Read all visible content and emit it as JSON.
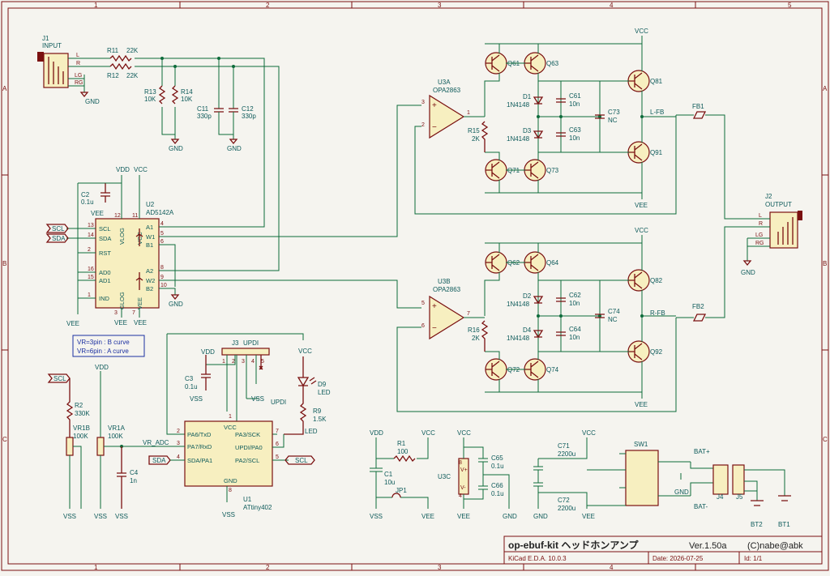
{
  "frame": {
    "cols": [
      "1",
      "2",
      "3",
      "4",
      "5"
    ],
    "rows": [
      "A",
      "B",
      "C"
    ]
  },
  "title_block": {
    "title": "op-ebuf-kit ヘッドホンアンプ",
    "version": "Ver.1.50a",
    "copyright": "(C)nabe@abk",
    "tool": "KiCad E.D.A. 10.0.3",
    "date": "Date: 2026-07-25",
    "id": "Id: 1/1"
  },
  "note": {
    "line1": "VR=3pin : B curve",
    "line2": "VR=6pin : A curve"
  },
  "nets": {
    "scl": "SCL",
    "sda": "SDA",
    "vr_adc": "VR_ADC",
    "updi": "UPDI",
    "led": "LED",
    "lfb": "L-FB",
    "rfb": "R-FB",
    "bat_p": "BAT+",
    "bat_m": "BAT-"
  },
  "power": {
    "vcc": "VCC",
    "vee": "VEE",
    "vdd": "VDD",
    "vss": "VSS",
    "gnd": "GND"
  },
  "components": {
    "j1": {
      "ref": "J1",
      "val": "INPUT",
      "pins": [
        "L",
        "R",
        "LG",
        "RG"
      ]
    },
    "j2": {
      "ref": "J2",
      "val": "OUTPUT",
      "pins": [
        "L",
        "R",
        "LG",
        "RG"
      ]
    },
    "j3": {
      "ref": "J3",
      "val": "UPDI"
    },
    "j4": {
      "ref": "J4"
    },
    "j5": {
      "ref": "J5"
    },
    "jp1": {
      "ref": "JP1"
    },
    "r11": {
      "ref": "R11",
      "val": "22K"
    },
    "r12": {
      "ref": "R12",
      "val": "22K"
    },
    "r13": {
      "ref": "R13",
      "val": "10K"
    },
    "r14": {
      "ref": "R14",
      "val": "10K"
    },
    "c11": {
      "ref": "C11",
      "val": "330p"
    },
    "c12": {
      "ref": "C12",
      "val": "330p"
    },
    "c2": {
      "ref": "C2",
      "val": "0.1u"
    },
    "u2": {
      "ref": "U2",
      "val": "AD5142A",
      "left_pins": [
        {
          "num": "13",
          "name": "SCL"
        },
        {
          "num": "14",
          "name": "SDA"
        },
        {
          "num": "2",
          "name": "RST"
        },
        {
          "num": "16",
          "name": "AD0"
        },
        {
          "num": "15",
          "name": "AD1"
        },
        {
          "num": "1",
          "name": "IND"
        }
      ],
      "right_pins": [
        {
          "num": "4",
          "name": "A1"
        },
        {
          "num": "5",
          "name": "W1"
        },
        {
          "num": "6",
          "name": "B1"
        },
        {
          "num": "8",
          "name": "A2"
        },
        {
          "num": "9",
          "name": "W2"
        },
        {
          "num": "10",
          "name": "B2"
        }
      ],
      "top_pins": [
        {
          "num": "12",
          "name": "VLOG"
        },
        {
          "num": "11",
          "name": "VCC"
        }
      ],
      "bot_pins": [
        {
          "num": "3",
          "name": "GLOG"
        },
        {
          "num": "7",
          "name": "VEE"
        }
      ]
    },
    "u3a": {
      "ref": "U3A",
      "val": "OPA2863",
      "in_p": "3",
      "in_m": "2",
      "out": "1"
    },
    "u3b": {
      "ref": "U3B",
      "val": "OPA2863",
      "in_p": "5",
      "in_m": "6",
      "out": "7"
    },
    "u3c": {
      "ref": "U3C",
      "vp": "8",
      "vm": "4",
      "vpl": "V+",
      "vml": "V-"
    },
    "q61": {
      "ref": "Q61"
    },
    "q63": {
      "ref": "Q63"
    },
    "q71": {
      "ref": "Q71"
    },
    "q73": {
      "ref": "Q73"
    },
    "q81": {
      "ref": "Q81"
    },
    "q91": {
      "ref": "Q91"
    },
    "q62": {
      "ref": "Q62"
    },
    "q64": {
      "ref": "Q64"
    },
    "q72": {
      "ref": "Q72"
    },
    "q74": {
      "ref": "Q74"
    },
    "q82": {
      "ref": "Q82"
    },
    "q92": {
      "ref": "Q92"
    },
    "d1": {
      "ref": "D1",
      "val": "1N4148"
    },
    "d3": {
      "ref": "D3",
      "val": "1N4148"
    },
    "d2": {
      "ref": "D2",
      "val": "1N4148"
    },
    "d4": {
      "ref": "D4",
      "val": "1N4148"
    },
    "c61": {
      "ref": "C61",
      "val": "10n"
    },
    "c63": {
      "ref": "C63",
      "val": "10n"
    },
    "c62": {
      "ref": "C62",
      "val": "10n"
    },
    "c64": {
      "ref": "C64",
      "val": "10n"
    },
    "c73": {
      "ref": "C73",
      "val": "NC"
    },
    "c74": {
      "ref": "C74",
      "val": "NC"
    },
    "r15": {
      "ref": "R15",
      "val": "2K"
    },
    "r16": {
      "ref": "R16",
      "val": "2K"
    },
    "fb1": {
      "ref": "FB1"
    },
    "fb2": {
      "ref": "FB2"
    },
    "c3": {
      "ref": "C3",
      "val": "0.1u"
    },
    "d9": {
      "ref": "D9",
      "val": "LED"
    },
    "r9": {
      "ref": "R9",
      "val": "1.5K"
    },
    "r2": {
      "ref": "R2",
      "val": "330K"
    },
    "vr1b": {
      "ref": "VR1B",
      "val": "100K"
    },
    "vr1a": {
      "ref": "VR1A",
      "val": "100K"
    },
    "c4": {
      "ref": "C4",
      "val": "1n"
    },
    "u1": {
      "ref": "U1",
      "val": "ATtiny402",
      "left_pins": [
        {
          "num": "2",
          "name": "PA6/TxD"
        },
        {
          "num": "3",
          "name": "PA7/RxD"
        },
        {
          "num": "4",
          "name": "SDA/PA1"
        }
      ],
      "right_pins": [
        {
          "num": "7",
          "name": "PA3/SCK"
        },
        {
          "num": "6",
          "name": "UPDI/PA0"
        },
        {
          "num": "5",
          "name": "PA2/SCL"
        }
      ],
      "top": {
        "num": "1",
        "name": "VCC"
      },
      "bot": {
        "num": "8",
        "name": "GND"
      }
    },
    "r1": {
      "ref": "R1",
      "val": "100"
    },
    "c1": {
      "ref": "C1",
      "val": "10u"
    },
    "c65": {
      "ref": "C65",
      "val": "0.1u"
    },
    "c66": {
      "ref": "C66",
      "val": "0.1u"
    },
    "c71": {
      "ref": "C71",
      "val": "2200u"
    },
    "c72": {
      "ref": "C72",
      "val": "2200u"
    },
    "sw1": {
      "ref": "SW1"
    },
    "bt1": {
      "ref": "BT1"
    },
    "bt2": {
      "ref": "BT2"
    }
  }
}
